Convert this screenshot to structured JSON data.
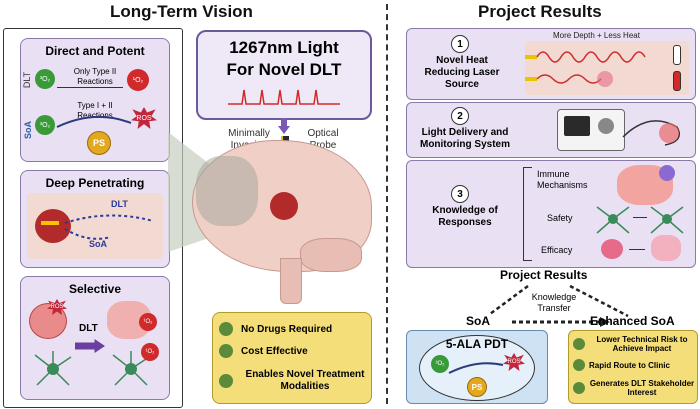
{
  "left": {
    "heading": "Long-Term Vision",
    "panel_direct": {
      "title": "Direct and Potent",
      "dlt": "DLT",
      "soa": "SoA",
      "o2_in": "³O₂",
      "o2_out": "¹O₂",
      "type2": "Only Type II Reactions",
      "type12": "Type I + II Reactions",
      "ps": "PS",
      "ros": "ROS"
    },
    "panel_deep": {
      "title": "Deep Penetrating",
      "dlt": "DLT",
      "soa": "SoA"
    },
    "panel_selective": {
      "title": "Selective",
      "dlt": "DLT",
      "ros": "ROS",
      "o2": "¹O₂"
    },
    "light_box": {
      "line1": "1267nm Light",
      "line2": "For Novel DLT"
    },
    "minimally_invasive": "Minimally Invasive",
    "optical_probe": "Optical Probe",
    "benefits": [
      "No Drugs Required",
      "Cost Effective",
      "Enables Novel Treatment Modalities"
    ]
  },
  "right": {
    "heading": "Project Results",
    "items": [
      {
        "num": "1",
        "label": "Novel Heat Reducing Laser Source",
        "caption": "More Depth + Less Heat"
      },
      {
        "num": "2",
        "label": "Light Delivery and Monitoring System"
      },
      {
        "num": "3",
        "label": "Knowledge of Responses",
        "sub": [
          "Immune Mechanisms",
          "Safety",
          "Efficacy"
        ]
      }
    ],
    "project_results": "Project Results",
    "knowledge_transfer": "Knowledge Transfer",
    "soa": "SoA",
    "enhanced_soa": "Enhanced SoA",
    "ala_pdt": "5-ALA PDT",
    "o2": "³O₂",
    "ps": "PS",
    "ros": "ROS",
    "enhanced_items": [
      "Lower Technical Risk to Achieve Impact",
      "Rapid Route to Clinic",
      "Generates DLT Stakeholder Interest"
    ]
  },
  "colors": {
    "panel": "#e9e1f3",
    "panel_border": "#8a7aa8",
    "accent_red": "#d02a2a",
    "green": "#3a9a3a",
    "yellow": "#f4de7a",
    "blue_panel": "#cfe2f3"
  }
}
